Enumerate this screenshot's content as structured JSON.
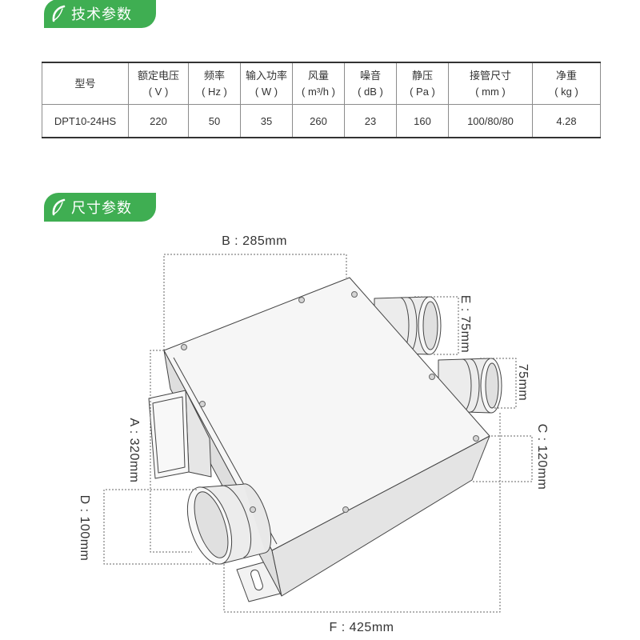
{
  "tech_section": {
    "title": "技术参数"
  },
  "spec_table": {
    "columns": [
      {
        "name": "型号"
      },
      {
        "name": "额定电压",
        "unit": "( V )"
      },
      {
        "name": "频率",
        "unit": "( Hz )"
      },
      {
        "name": "输入功率",
        "unit": "( W )"
      },
      {
        "name": "风量",
        "unit": "( m³/h )"
      },
      {
        "name": "噪音",
        "unit": "( dB )"
      },
      {
        "name": "静压",
        "unit": "( Pa )"
      },
      {
        "name": "接管尺寸",
        "unit": "( mm )"
      },
      {
        "name": "净重",
        "unit": "( kg )"
      }
    ],
    "rows": [
      [
        "DPT10-24HS",
        "220",
        "50",
        "35",
        "260",
        "23",
        "160",
        "100/80/80",
        "4.28"
      ]
    ]
  },
  "dimension_section": {
    "title": "尺寸参数"
  },
  "dimensions": {
    "b_width": "B : 285mm",
    "e_pipe": "E : 75mm",
    "pipe_2": "75mm",
    "c_height": "C : 120mm",
    "a_length": "A : 320mm",
    "d_pipe": "D : 100mm",
    "f_length": "F : 425mm"
  },
  "icons": {
    "tab_mark": "leaf-icon"
  },
  "colors": {
    "accent": "#3fae52",
    "line": "#555555",
    "text": "#333333"
  }
}
